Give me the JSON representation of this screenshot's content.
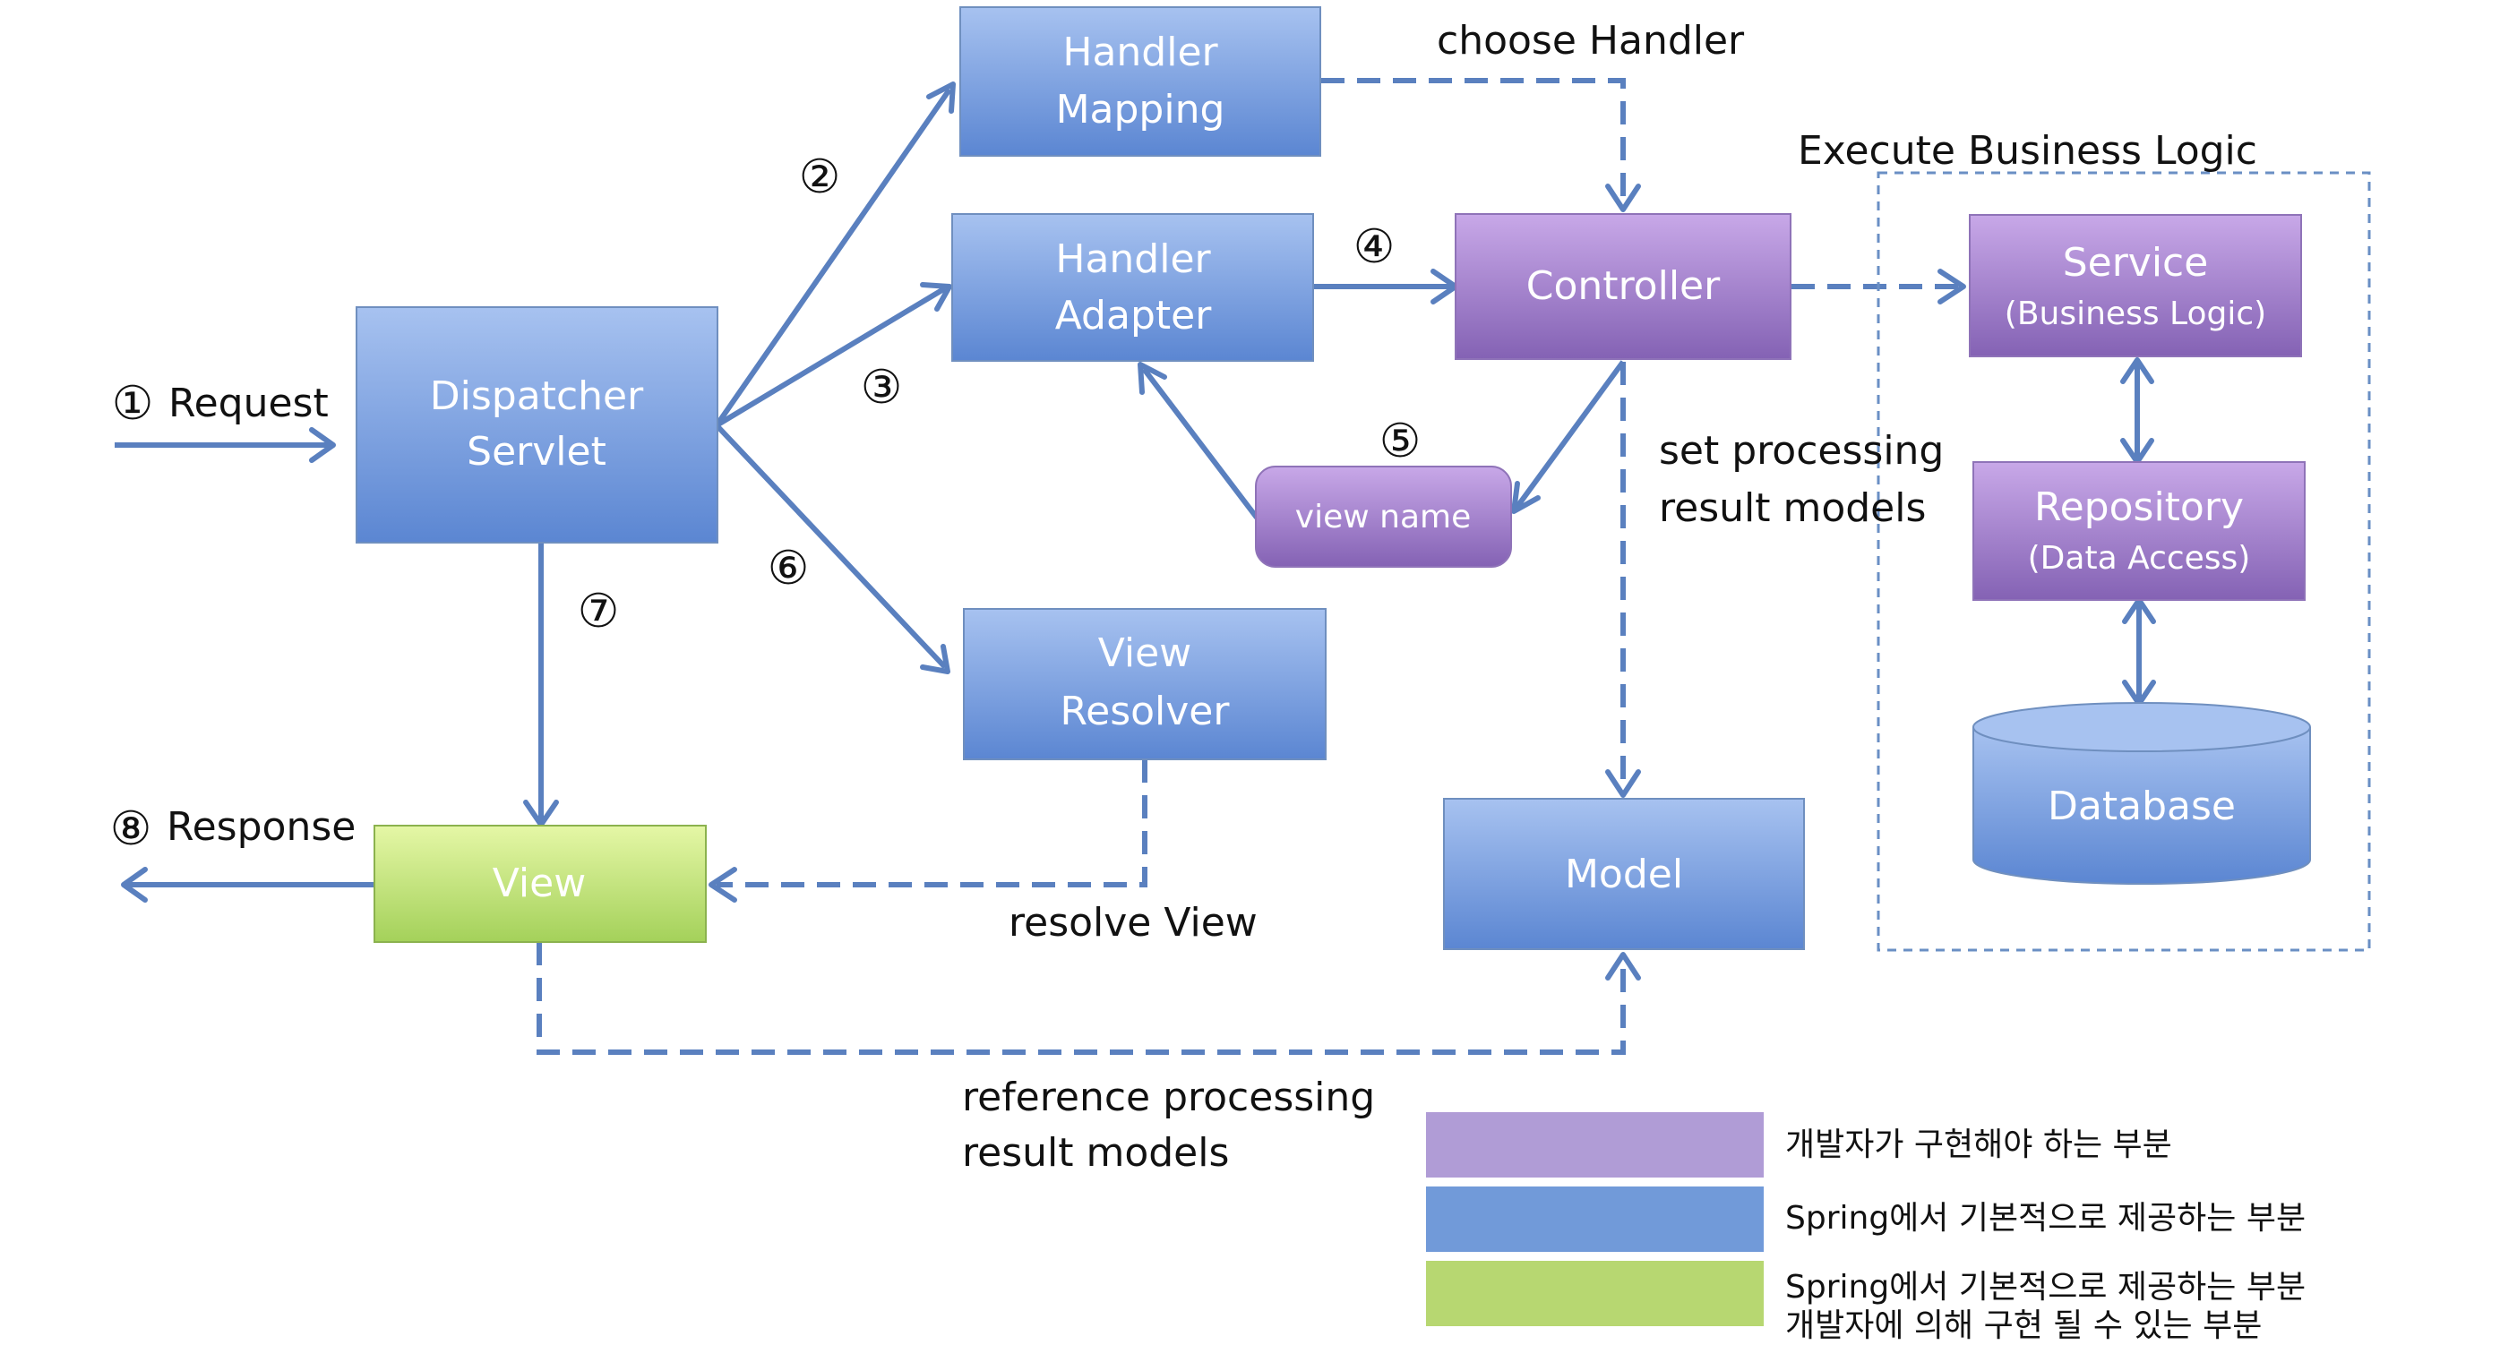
{
  "colors": {
    "blue_top": "#a7c2f0",
    "blue_bottom": "#5b86d2",
    "blue_stroke": "#6f8fbf",
    "purple_top": "#c8a8e8",
    "purple_bottom": "#8462b4",
    "purple_stroke": "#8f73b8",
    "green_top": "#e5f7a6",
    "green_bottom": "#a4d15a",
    "green_stroke": "#8bb24e",
    "arrow": "#5a80bf",
    "dash_box": "#6a8fc4",
    "legend_purple": "#b09cd6",
    "legend_blue": "#719ad9",
    "legend_green": "#b7d771"
  },
  "nodes": {
    "handler_mapping": {
      "line1": "Handler",
      "line2": "Mapping"
    },
    "handler_adapter": {
      "line1": "Handler",
      "line2": "Adapter"
    },
    "dispatcher_servlet": {
      "line1": "Dispatcher",
      "line2": "Servlet"
    },
    "controller": {
      "label": "Controller"
    },
    "view_name": {
      "label": "view name"
    },
    "view_resolver": {
      "line1": "View",
      "line2": "Resolver"
    },
    "view": {
      "label": "View"
    },
    "model": {
      "label": "Model"
    },
    "service": {
      "label": "Service",
      "sub": "(Business Logic)"
    },
    "repository": {
      "label": "Repository",
      "sub": "(Data Access)"
    },
    "database": {
      "label": "Database"
    }
  },
  "annotations": {
    "request": "Request",
    "response": "Response",
    "choose_handler": "choose Handler",
    "execute_business_logic": "Execute Business Logic",
    "set_processing_line1": "set processing",
    "set_processing_line2": "result models",
    "resolve_view": "resolve View",
    "reference_line1": "reference processing",
    "reference_line2": "result models"
  },
  "steps": {
    "s1": "①",
    "s2": "②",
    "s3": "③",
    "s4": "④",
    "s5": "⑤",
    "s6": "⑥",
    "s7": "⑦",
    "s8": "⑧"
  },
  "legend": {
    "purple": "개발자가 구현해야 하는 부분",
    "blue": "Spring에서 기본적으로 제공하는 부분",
    "green_line1": "Spring에서 기본적으로 제공하는 부분",
    "green_line2": "개발자에 의해 구현 될 수 있는 부분"
  }
}
